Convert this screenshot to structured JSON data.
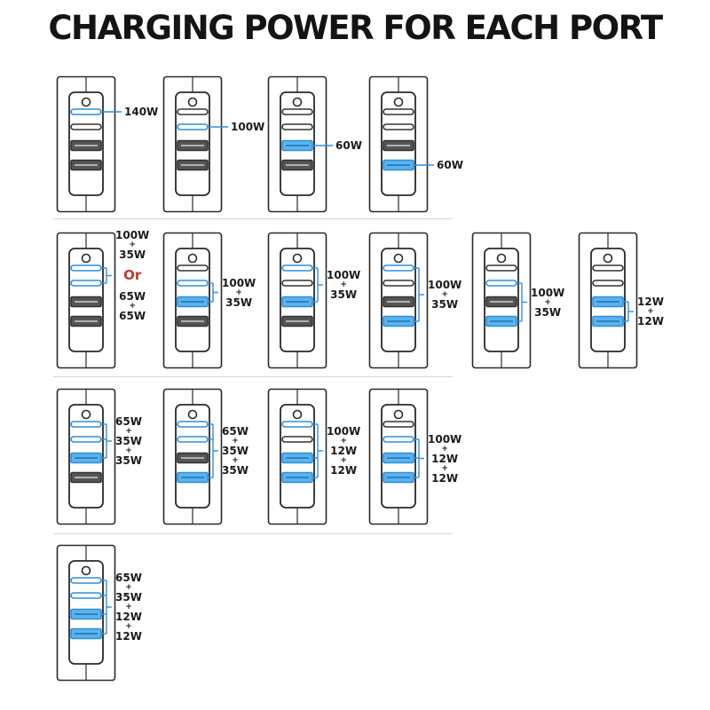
{
  "title": "CHARGING POWER FOR EACH PORT",
  "colors": {
    "active": "#2f8fdc",
    "activeFill": "#5ab3ec",
    "inactive": "#333333",
    "outline": "#2a2a2a",
    "accentText": "#c0392b"
  },
  "ports": [
    "usb-c1",
    "usb-c2",
    "usb-a1",
    "usb-a2"
  ],
  "configurations": [
    {
      "active": [
        0
      ],
      "lines": [
        "140W"
      ]
    },
    {
      "active": [
        1
      ],
      "lines": [
        "100W"
      ]
    },
    {
      "active": [
        2
      ],
      "lines": [
        "60W"
      ]
    },
    {
      "active": [
        3
      ],
      "lines": [
        "60W"
      ]
    },
    {
      "active": [
        0,
        1
      ],
      "lines": [
        "100W",
        "+",
        "35W",
        "Or",
        "65W",
        "+",
        "65W"
      ]
    },
    {
      "active": [
        1,
        2
      ],
      "lines": [
        "100W",
        "+",
        "35W"
      ]
    },
    {
      "active": [
        0,
        2
      ],
      "lines": [
        "100W",
        "+",
        "35W"
      ]
    },
    {
      "active": [
        0,
        3
      ],
      "lines": [
        "100W",
        "+",
        "35W"
      ]
    },
    {
      "active": [
        1,
        3
      ],
      "lines": [
        "100W",
        "+",
        "35W"
      ]
    },
    {
      "active": [
        2,
        3
      ],
      "lines": [
        "12W",
        "+",
        "12W"
      ]
    },
    {
      "active": [
        0,
        1,
        2
      ],
      "lines": [
        "65W",
        "+",
        "35W",
        "+",
        "35W"
      ]
    },
    {
      "active": [
        0,
        1,
        3
      ],
      "lines": [
        "65W",
        "+",
        "35W",
        "+",
        "35W"
      ]
    },
    {
      "active": [
        0,
        2,
        3
      ],
      "lines": [
        "100W",
        "+",
        "12W",
        "+",
        "12W"
      ]
    },
    {
      "active": [
        1,
        2,
        3
      ],
      "lines": [
        "100W",
        "+",
        "12W",
        "+",
        "12W"
      ]
    },
    {
      "active": [
        0,
        1,
        2,
        3
      ],
      "lines": [
        "65W",
        "+",
        "35W",
        "+",
        "12W",
        "+",
        "12W"
      ]
    }
  ]
}
